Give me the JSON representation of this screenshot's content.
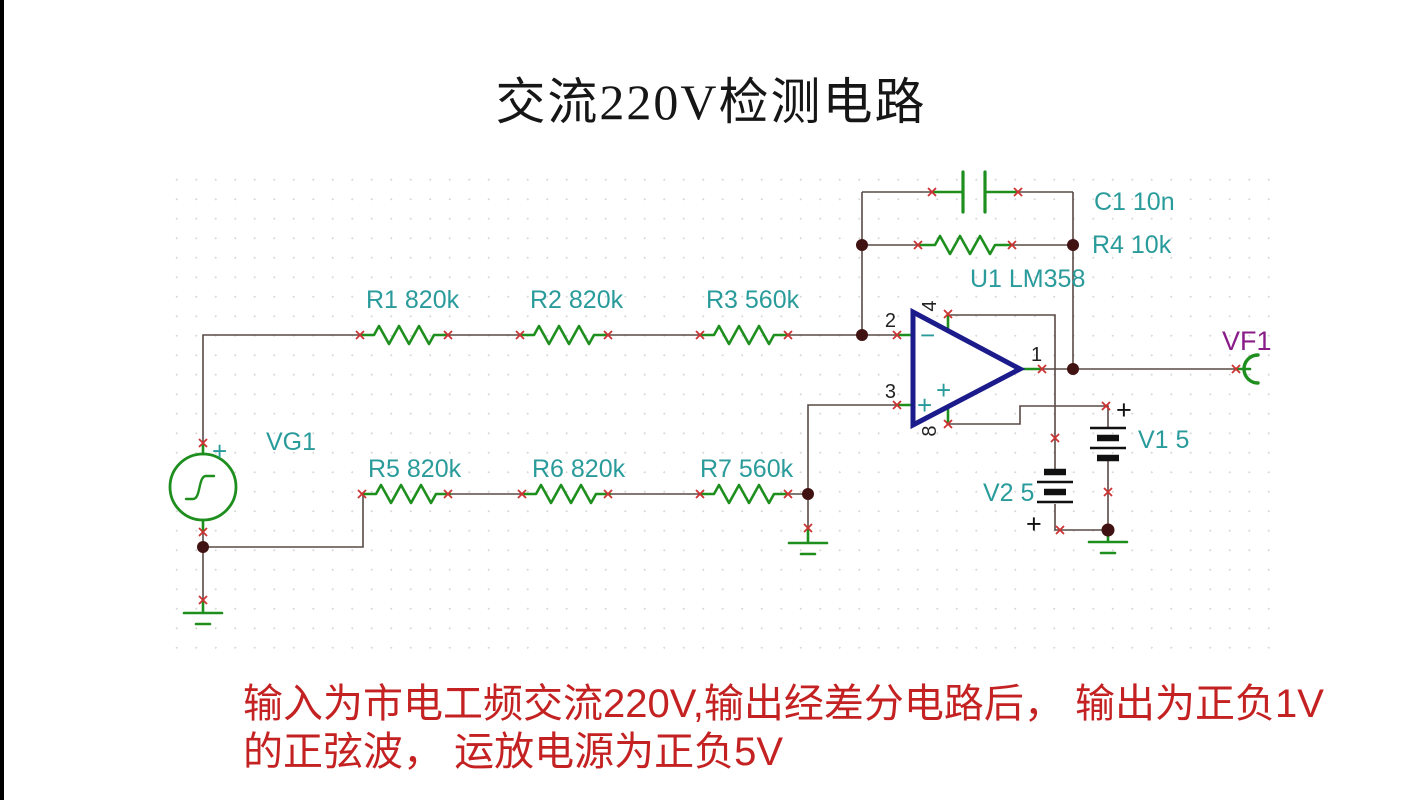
{
  "title": "交流220V检测电路",
  "notes": {
    "line1": "输入为市电工频交流220V,输出经差分电路后， 输出为正负1V",
    "line2": "的正弦波， 运放电源为正负5V"
  },
  "schematic": {
    "sources": {
      "vg1": "VG1",
      "v1": "V1 5",
      "v2": "V2 5"
    },
    "resistors": {
      "r1": "R1 820k",
      "r2": "R2 820k",
      "r3": "R3 560k",
      "r4": "R4 10k",
      "r5": "R5 820k",
      "r6": "R6 820k",
      "r7": "R7 560k"
    },
    "capacitor": {
      "c1": "C1 10n"
    },
    "opamp": {
      "label": "U1 LM358",
      "pin_inverting": "2",
      "pin_noninverting": "3",
      "pin_output": "1",
      "pin_power_top": "4",
      "pin_power_bottom": "8",
      "minus_mark": "−",
      "plus_mark": "+",
      "plus_inner": "+"
    },
    "output_probe": {
      "vf1": "VF1"
    },
    "plus_signs": {
      "vg1": "+",
      "v1": "+",
      "v2": "+"
    }
  },
  "colors": {
    "wire": "#5a4a45",
    "component_green": "#1e8f1e",
    "label_teal": "#2a9b9b",
    "opamp_navy": "#1b1b8c",
    "probe_purple": "#8a1c8a",
    "terminal_x_red": "#cc3333",
    "junction_maroon": "#401212",
    "note_red": "#c42222",
    "title_black": "#161616"
  }
}
